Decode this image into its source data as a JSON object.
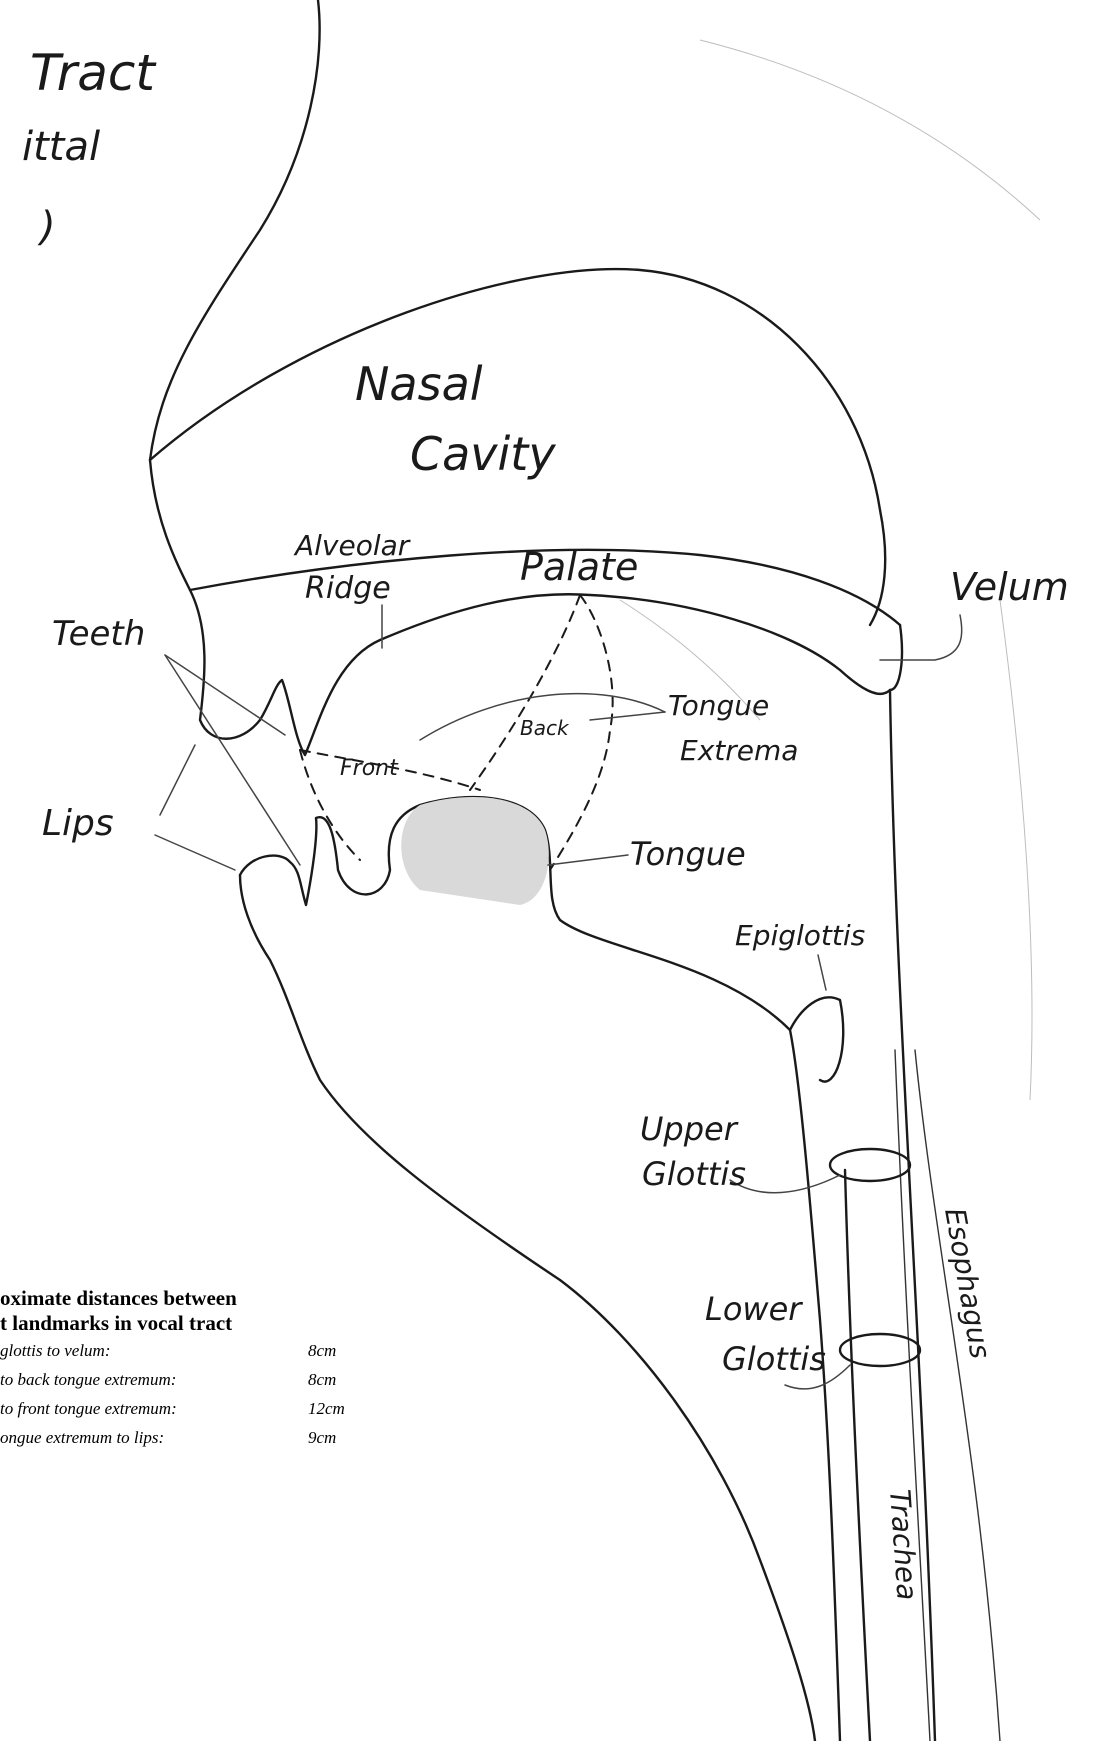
{
  "diagram": {
    "title_fragments": [
      "Tract",
      "ittal",
      ")"
    ],
    "labels": {
      "nasal_cavity_1": "Nasal",
      "nasal_cavity_2": "Cavity",
      "alveolar_1": "Alveolar",
      "alveolar_2": "Ridge",
      "palate": "Palate",
      "velum": "Velum",
      "teeth": "Teeth",
      "lips": "Lips",
      "back": "Back",
      "front": "Front",
      "tongue_extrema_1": "Tongue",
      "tongue_extrema_2": "Extrema",
      "tongue": "Tongue",
      "epiglottis": "Epiglottis",
      "upper_glottis_1": "Upper",
      "upper_glottis_2": "Glottis",
      "lower_glottis_1": "Lower",
      "lower_glottis_2": "Glottis",
      "esophagus": "Esophagus",
      "trachea": "Trachea"
    }
  },
  "legend": {
    "heading_1": "oximate distances between",
    "heading_2": "t landmarks in vocal tract",
    "rows": [
      {
        "label": "glottis to velum:",
        "value": "8cm"
      },
      {
        "label": "to back tongue extremum:",
        "value": "8cm"
      },
      {
        "label": "to front tongue extremum:",
        "value": "12cm"
      },
      {
        "label": "ongue extremum to lips:",
        "value": "9cm"
      }
    ]
  },
  "colors": {
    "ink": "#1a1a1a",
    "paper": "#ffffff"
  }
}
